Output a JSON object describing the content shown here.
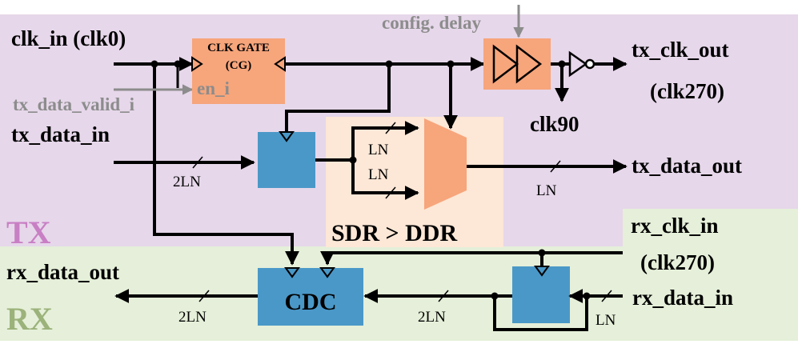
{
  "colors": {
    "tx_region": "#e6d7ea",
    "rx_region": "#e5efd9",
    "mux_region": "#fde7d6",
    "orange_block": "#f7a57b",
    "blue_block": "#4a98c8",
    "wire": "#000000",
    "gray_wire": "#8c8c8c",
    "tx_label": "#c87fc4",
    "rx_label": "#9bb27a"
  },
  "regions": {
    "tx_label": "TX",
    "rx_label": "RX",
    "mux_label": "SDR > DDR"
  },
  "signals": {
    "clk_in": "clk_in (clk0)",
    "tx_data_valid": "tx_data_valid_i",
    "tx_data_in": "tx_data_in",
    "config_delay": "config. delay",
    "tx_clk_out_1": "tx_clk_out",
    "tx_clk_out_2": "(clk270)",
    "clk90": "clk90",
    "tx_data_out": "tx_data_out",
    "rx_clk_in_1": "rx_clk_in",
    "rx_clk_in_2": "(clk270)",
    "rx_data_out": "rx_data_out",
    "rx_data_in": "rx_data_in"
  },
  "blocks": {
    "clk_gate_1": "CLK GATE",
    "clk_gate_2": "(CG)",
    "en_i": "en_i",
    "cdc": "CDC"
  },
  "bus_widths": {
    "tx_in": "2LN",
    "mux_upper": "LN",
    "mux_lower": "LN",
    "tx_out": "LN",
    "rx_cdc_in": "2LN",
    "rx_out": "2LN",
    "rx_in": "LN"
  }
}
